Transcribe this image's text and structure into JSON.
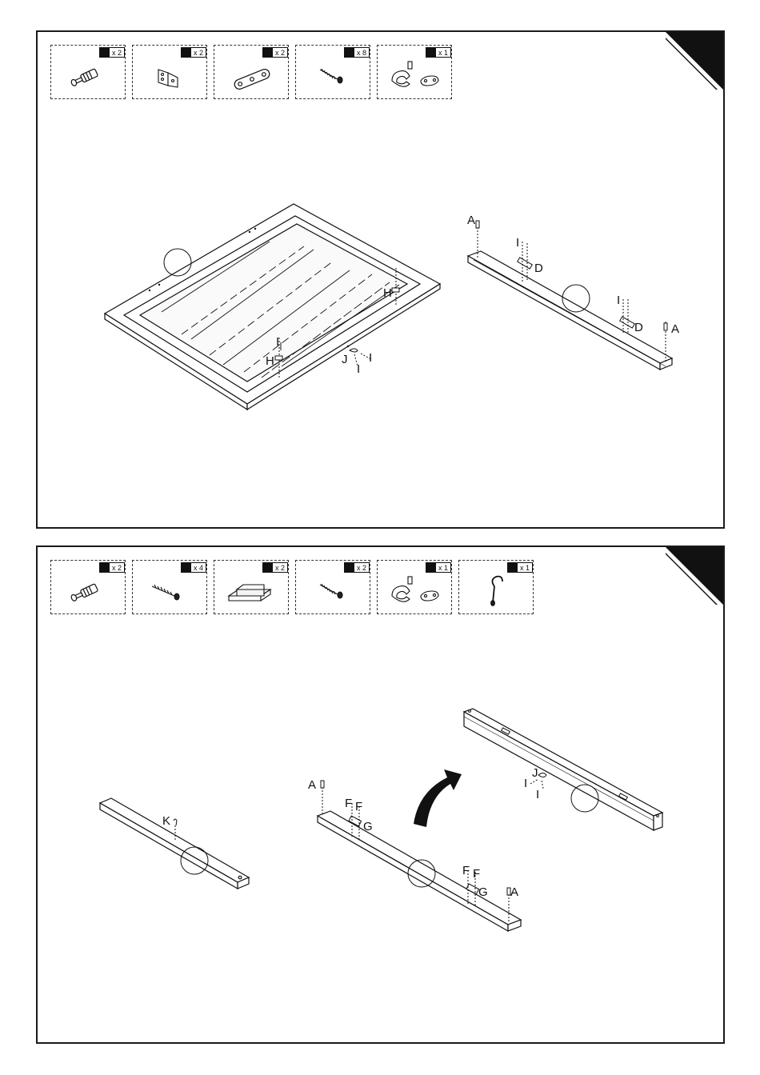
{
  "step1": {
    "parts": [
      {
        "icon": "cam-bolt-icon",
        "qty": "x 2"
      },
      {
        "icon": "hinge-bracket-icon",
        "qty": "x 2"
      },
      {
        "icon": "connector-plate-icon",
        "qty": "x 2"
      },
      {
        "icon": "screw-icon",
        "qty": "x 8"
      },
      {
        "icon": "latch-set-icon",
        "qty": "x 1"
      }
    ],
    "labels": {
      "A": "A",
      "I": "I",
      "D": "D",
      "H": "H",
      "J": "J"
    }
  },
  "step2": {
    "parts": [
      {
        "icon": "cam-bolt-icon",
        "qty": "x 2"
      },
      {
        "icon": "long-screw-icon",
        "qty": "x 4"
      },
      {
        "icon": "magnetic-catch-icon",
        "qty": "x 2"
      },
      {
        "icon": "screw-icon",
        "qty": "x 2"
      },
      {
        "icon": "latch-set-icon",
        "qty": "x 1"
      },
      {
        "icon": "hook-icon",
        "qty": "x 1"
      }
    ],
    "labels": {
      "A": "A",
      "F": "F",
      "G": "G",
      "I": "I",
      "J": "J",
      "K": "K"
    }
  }
}
